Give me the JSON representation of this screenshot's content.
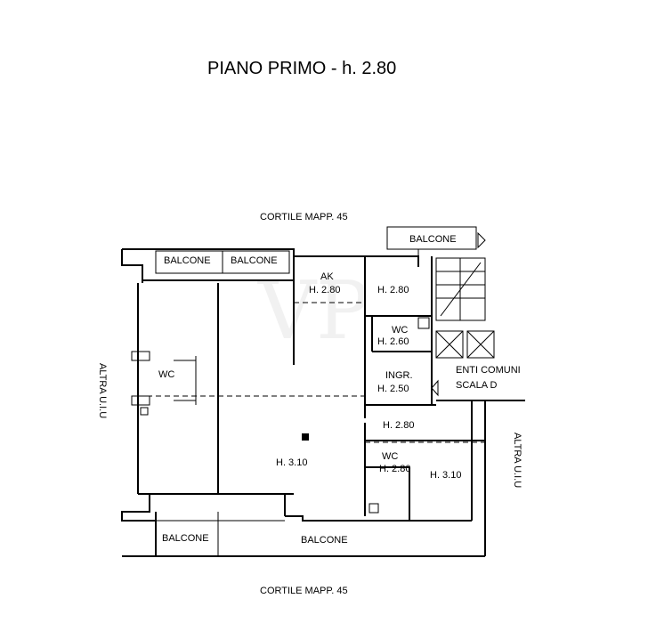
{
  "title": "PIANO PRIMO - h. 2.80",
  "watermark": "VP",
  "labels": {
    "courtyard_top": "CORTILE MAPP. 45",
    "courtyard_bottom": "CORTILE MAPP. 45",
    "balcony_top_right": "BALCONE",
    "balcony_top_left_1": "BALCONE",
    "balcony_top_left_2": "BALCONE",
    "balcony_bottom_left": "BALCONE",
    "balcony_bottom_center": "BALCONE",
    "room_ak": "AK",
    "room_ak_height": "H. 2.80",
    "room_ne_height": "H. 2.80",
    "room_wc_left": "WC",
    "room_wc_mid": "WC",
    "room_wc_mid_height": "H. 2.60",
    "room_ingr": "INGR.",
    "room_ingr_height": "H. 2.50",
    "common_areas": "ENTI COMUNI",
    "staircase": "SCALA D",
    "corridor_height": "H. 2.80",
    "room_wc_south": "WC",
    "room_wc_south_height": "H. 2.80",
    "living_height": "H. 3.10",
    "room_se_height": "H. 3.10",
    "other_unit_left": "ALTRA U.I.U",
    "other_unit_right": "ALTRA U.I.U"
  }
}
